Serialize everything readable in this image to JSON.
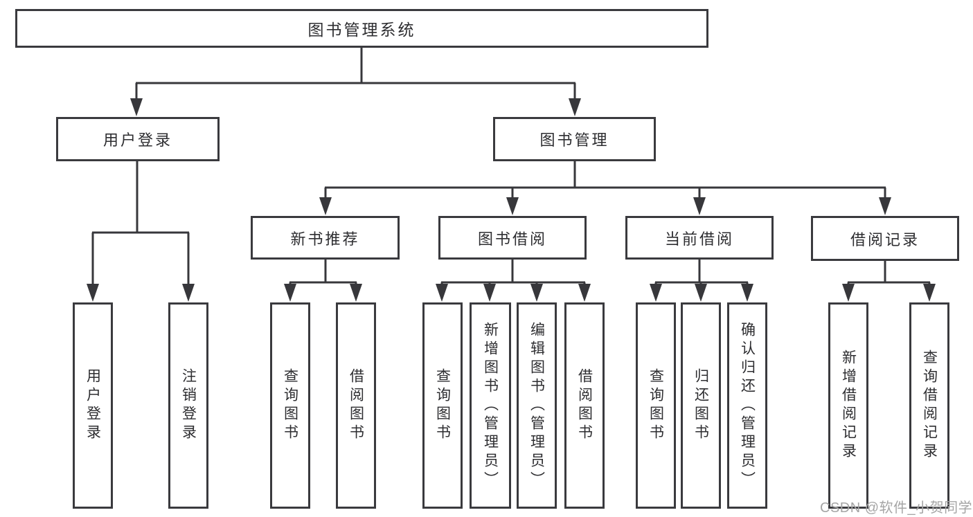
{
  "diagram_title": "图书管理系统",
  "tree": {
    "root": {
      "label": "图书管理系统",
      "children": [
        {
          "label": "用户登录",
          "children": [
            {
              "label": "用户登录"
            },
            {
              "label": "注销登录"
            }
          ]
        },
        {
          "label": "图书管理",
          "children": [
            {
              "label": "新书推荐",
              "children": [
                {
                  "label": "查询图书"
                },
                {
                  "label": "借阅图书"
                }
              ]
            },
            {
              "label": "图书借阅",
              "children": [
                {
                  "label": "查询图书"
                },
                {
                  "label": "新增图书（管理员）"
                },
                {
                  "label": "编辑图书（管理员）"
                },
                {
                  "label": "借阅图书"
                }
              ]
            },
            {
              "label": "当前借阅",
              "children": [
                {
                  "label": "查询图书"
                },
                {
                  "label": "归还图书"
                },
                {
                  "label": "确认归还（管理员）"
                }
              ]
            },
            {
              "label": "借阅记录",
              "children": [
                {
                  "label": "新增借阅记录"
                },
                {
                  "label": "查询借阅记录"
                }
              ]
            }
          ]
        }
      ]
    }
  },
  "watermark": {
    "text": "CSDN @软件_小贺同学"
  },
  "colors": {
    "box_border": "#3a3a3e",
    "connector": "#37373b",
    "text": "#2d2d30",
    "background": "#ffffff",
    "watermark_text": "#a5a5a5"
  }
}
